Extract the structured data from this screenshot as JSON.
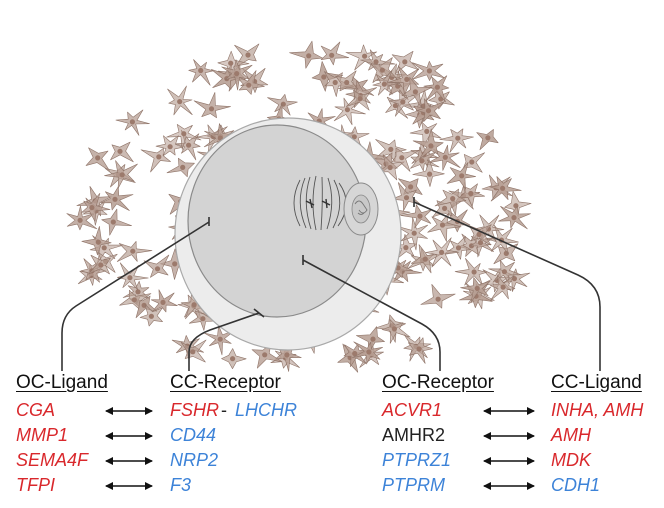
{
  "colors": {
    "red": "#d9282c",
    "blue": "#3d83d8",
    "black": "#222222",
    "cumulus_cell": "#b79f94",
    "cumulus_cell_edge": "#8f7468",
    "cumulus_nucleus": "#9c7a6c",
    "oocyte": "#d3d3d3",
    "zona": "#ececec"
  },
  "icons": [
    "cumulus-cells-cluster",
    "oocyte-icon",
    "meiotic-spindle-icon",
    "polar-body-icon",
    "double-arrow-icon"
  ],
  "headers": {
    "oc_ligand": "OC-Ligand",
    "cc_receptor": "CC-Receptor",
    "oc_receptor": "OC-Receptor",
    "cc_ligand": "CC-Ligand"
  },
  "left_pairs": [
    {
      "ligand": "CGA",
      "ligand_color": "red",
      "receptor": "FSHR",
      "receptor_color": "red",
      "separator": "-",
      "receptor2": "LHCHR",
      "receptor2_color": "blue"
    },
    {
      "ligand": "MMP1",
      "ligand_color": "red",
      "receptor": "CD44",
      "receptor_color": "blue"
    },
    {
      "ligand": "SEMA4F",
      "ligand_color": "red",
      "receptor": "NRP2",
      "receptor_color": "blue"
    },
    {
      "ligand": "TFPI",
      "ligand_color": "red",
      "receptor": "F3",
      "receptor_color": "blue"
    }
  ],
  "right_pairs": [
    {
      "receptor": "ACVR1",
      "receptor_color": "red",
      "ligand": "INHA, AMH",
      "ligand_color": "red"
    },
    {
      "receptor": "AMHR2",
      "receptor_color": "black",
      "ligand": "AMH",
      "ligand_color": "red"
    },
    {
      "receptor": "PTPRZ1",
      "receptor_color": "blue",
      "ligand": "MDK",
      "ligand_color": "red"
    },
    {
      "receptor": "PTPRM",
      "receptor_color": "blue",
      "ligand": "CDH1",
      "ligand_color": "blue"
    }
  ]
}
